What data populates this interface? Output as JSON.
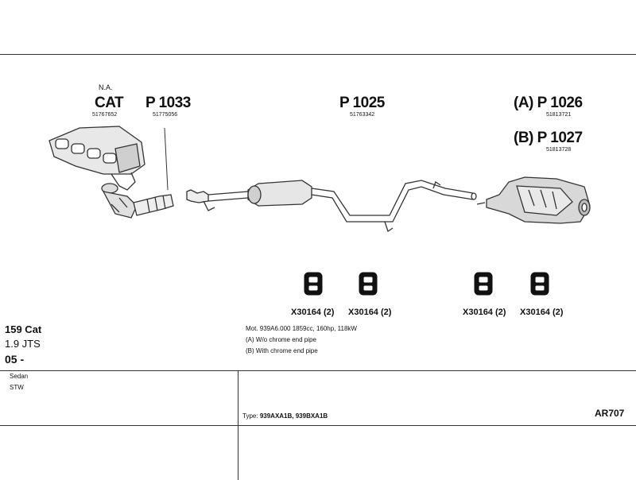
{
  "labels": {
    "na": "N.A.",
    "cat": "CAT",
    "cat_part": "51767652",
    "p1033": "P 1033",
    "p1033_part": "51775056",
    "p1025": "P 1025",
    "p1025_part": "51763342",
    "p1026": "(A) P 1026",
    "p1026_part": "51813721",
    "p1027": "(B) P 1027",
    "p1027_part": "51813728"
  },
  "hangers": [
    {
      "label": "X30164 (2)"
    },
    {
      "label": "X30164 (2)"
    },
    {
      "label": "X30164 (2)"
    },
    {
      "label": "X30164 (2)"
    }
  ],
  "vehicle": {
    "model": "159 Cat",
    "engine": "1.9 JTS",
    "years": "05 -",
    "body1": "Sedan",
    "body2": "STW"
  },
  "details": {
    "motor": "Mot. 939A6.000 1859cc, 160hp, 118kW",
    "note_a": "(A) W/o chrome end pipe",
    "note_b": "(B) With chrome end pipe",
    "type_prefix": "Type:",
    "type_value": "939AXA1B, 939BXA1B",
    "code": "AR707"
  }
}
